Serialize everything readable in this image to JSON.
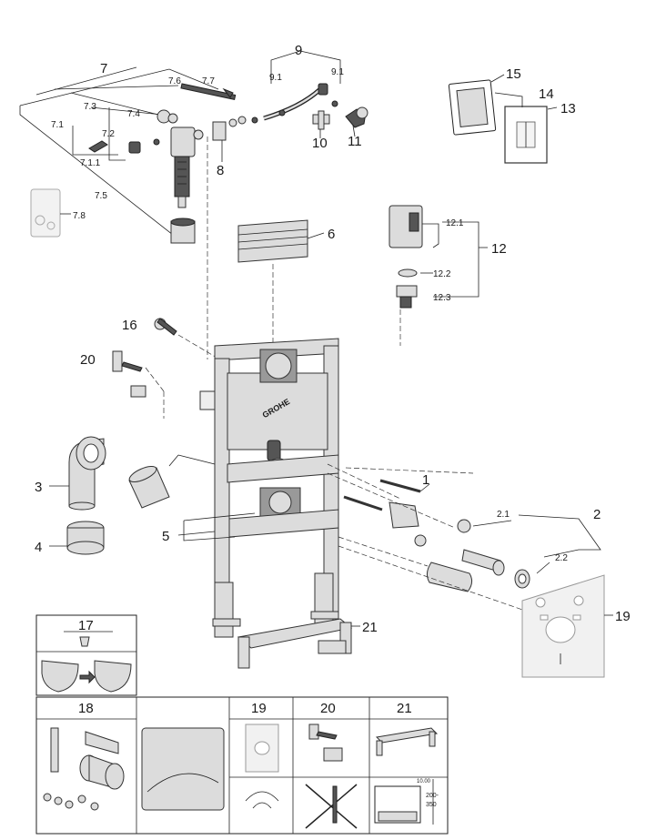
{
  "brand": "GROHE",
  "labels": {
    "p1": "1",
    "p2": "2",
    "p2_1": "2.1",
    "p2_2": "2.2",
    "p3": "3",
    "p4": "4",
    "p5": "5",
    "p6": "6",
    "p7": "7",
    "p7_1": "7.1",
    "p7_1_1": "7.1.1",
    "p7_2": "7.2",
    "p7_3": "7.3",
    "p7_4": "7.4",
    "p7_5": "7.5",
    "p7_6": "7.6",
    "p7_7": "7.7",
    "p7_8": "7.8",
    "p8": "8",
    "p9": "9",
    "p9_1a": "9.1",
    "p9_1b": "9.1",
    "p10": "10",
    "p11": "11",
    "p12": "12",
    "p12_1": "12.1",
    "p12_2": "12.2",
    "p12_3": "12.3",
    "p13": "13",
    "p14": "14",
    "p15": "15",
    "p16": "16",
    "p19": "19",
    "p20": "20",
    "p21": "21"
  },
  "panels": {
    "p17": "17",
    "p18": "18",
    "p19": "19",
    "p20": "20",
    "p21": "21"
  },
  "dims": {
    "d1": "10.00",
    "d2": "200-",
    "d3": "350"
  }
}
